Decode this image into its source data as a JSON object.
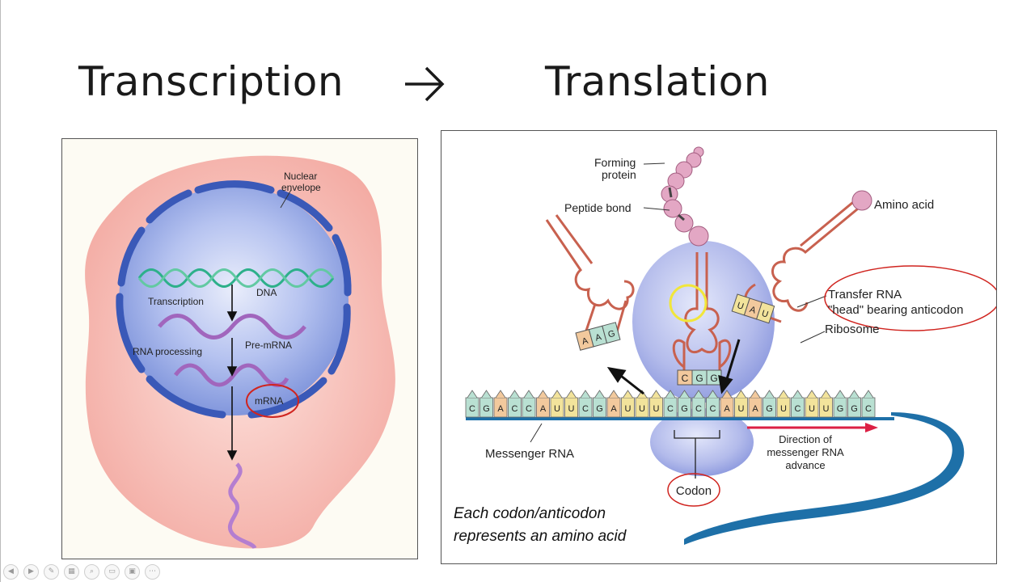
{
  "slide": {
    "title_left": "Transcription",
    "title_right": "Translation",
    "arrow_icon": "right-arrow-icon"
  },
  "transcription_diagram": {
    "labels": {
      "nuclear_envelope_1": "Nuclear",
      "nuclear_envelope_2": "envelope",
      "dna": "DNA",
      "transcription": "Transcription",
      "rna_processing": "RNA processing",
      "pre_mrna": "Pre-mRNA",
      "mrna": "mRNA"
    },
    "colors": {
      "cytoplasm": "#f3aaa2",
      "nucleus": "#93a6e3",
      "envelope": "#3a59b8",
      "dna": "#2db08a",
      "rna": "#a166bd",
      "highlight": "#d0241f"
    }
  },
  "translation_diagram": {
    "labels": {
      "forming_protein_1": "Forming",
      "forming_protein_2": "protein",
      "peptide_bond": "Peptide bond",
      "amino_acid": "Amino acid",
      "trna_1": "Transfer RNA",
      "trna_2": "\"head\" bearing anticodon",
      "ribosome": "Ribosome",
      "messenger_rna": "Messenger RNA",
      "direction_1": "Direction of",
      "direction_2": "messenger RNA",
      "direction_3": "advance",
      "codon": "Codon",
      "caption_1": "Each codon/anticodon",
      "caption_2": "represents an amino acid"
    },
    "mrna_sequence": "CGACCAUUCGAUUUCGCCAUAGUCUUGGC",
    "anticodons": {
      "left": "AAG",
      "center": "CGG",
      "right": "UAU"
    },
    "colors": {
      "ribosome": "#a9b2e6",
      "trna": "#c8614f",
      "amino_acid": "#e3a7c4",
      "mrna_strand": "#1e70a8",
      "direction_arrow": "#dc2044",
      "highlight": "#d0241f",
      "cursor_ring": "#f1e63b"
    }
  },
  "toolbar": {
    "icons": [
      "previous-icon",
      "next-icon",
      "pen-icon",
      "slides-icon",
      "zoom-icon",
      "subtitles-icon",
      "screen-icon",
      "more-icon"
    ]
  }
}
